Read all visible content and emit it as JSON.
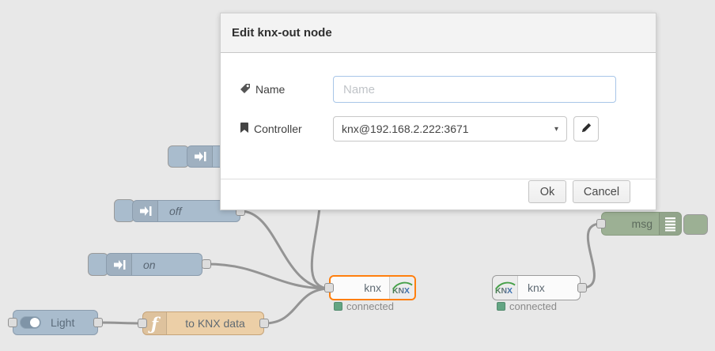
{
  "dialog": {
    "title": "Edit knx-out node",
    "name_label": "Name",
    "name_placeholder": "Name",
    "name_value": "",
    "controller_label": "Controller",
    "controller_value": "knx@192.168.2.222:3671",
    "ok_label": "Ok",
    "cancel_label": "Cancel"
  },
  "canvas": {
    "knx_logo": "KNX",
    "nodes": {
      "inject_off": {
        "label": "off"
      },
      "inject_on": {
        "label": "on"
      },
      "switch_light": {
        "label": "Light"
      },
      "function_to_knx": {
        "label": "to KNX data"
      },
      "knx_out": {
        "label": "knx",
        "status": "connected"
      },
      "knx_in": {
        "label": "knx",
        "status": "connected"
      },
      "debug_msg": {
        "label": "msg"
      }
    }
  },
  "colors": {
    "selection_accent": "#ff7f0e",
    "status_green": "#63a583",
    "inject_blue": "#a9bccd",
    "function_orange": "#eccfa7",
    "debug_green": "#9cb094",
    "wire_gray": "#949494",
    "canvas_bg": "#e8e8e8"
  }
}
